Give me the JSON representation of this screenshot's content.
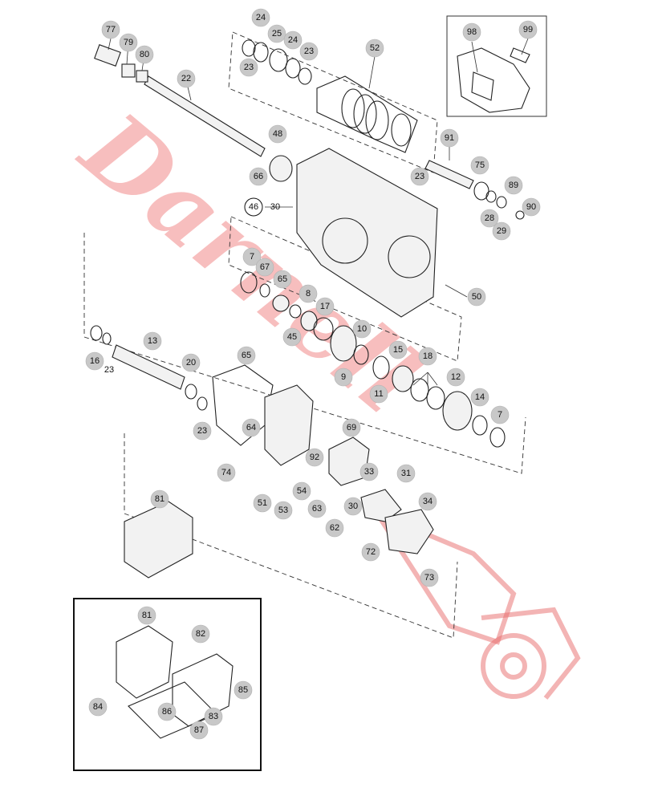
{
  "diagram": {
    "callouts": [
      {
        "label": "77"
      },
      {
        "label": "79"
      },
      {
        "label": "80"
      },
      {
        "label": "22"
      },
      {
        "label": "24"
      },
      {
        "label": "25"
      },
      {
        "label": "24"
      },
      {
        "label": "23"
      },
      {
        "label": "23"
      },
      {
        "label": "52"
      },
      {
        "label": "98"
      },
      {
        "label": "99"
      },
      {
        "label": "48"
      },
      {
        "label": "66"
      },
      {
        "label": "91"
      },
      {
        "label": "23"
      },
      {
        "label": "75"
      },
      {
        "label": "89"
      },
      {
        "label": "90"
      },
      {
        "label": "28"
      },
      {
        "label": "29"
      },
      {
        "label": "46"
      },
      {
        "label": "50"
      },
      {
        "label": "7"
      },
      {
        "label": "67"
      },
      {
        "label": "65"
      },
      {
        "label": "8"
      },
      {
        "label": "17"
      },
      {
        "label": "45"
      },
      {
        "label": "10"
      },
      {
        "label": "9"
      },
      {
        "label": "15"
      },
      {
        "label": "18"
      },
      {
        "label": "11"
      },
      {
        "label": "12"
      },
      {
        "label": "14"
      },
      {
        "label": "7"
      },
      {
        "label": "16"
      },
      {
        "label": "13"
      },
      {
        "label": "20"
      },
      {
        "label": "23"
      },
      {
        "label": "65"
      },
      {
        "label": "64"
      },
      {
        "label": "74"
      },
      {
        "label": "69"
      },
      {
        "label": "92"
      },
      {
        "label": "33"
      },
      {
        "label": "31"
      },
      {
        "label": "51"
      },
      {
        "label": "53"
      },
      {
        "label": "54"
      },
      {
        "label": "63"
      },
      {
        "label": "30"
      },
      {
        "label": "62"
      },
      {
        "label": "34"
      },
      {
        "label": "72"
      },
      {
        "label": "73"
      },
      {
        "label": "81"
      },
      {
        "label": "81"
      },
      {
        "label": "82"
      },
      {
        "label": "85"
      },
      {
        "label": "84"
      },
      {
        "label": "86"
      },
      {
        "label": "87"
      },
      {
        "label": "83"
      }
    ],
    "plain_labels": [
      {
        "label": "23"
      },
      {
        "label": "30"
      }
    ]
  },
  "watermark": {
    "text": "Darnell",
    "color": "#e86a6a"
  }
}
